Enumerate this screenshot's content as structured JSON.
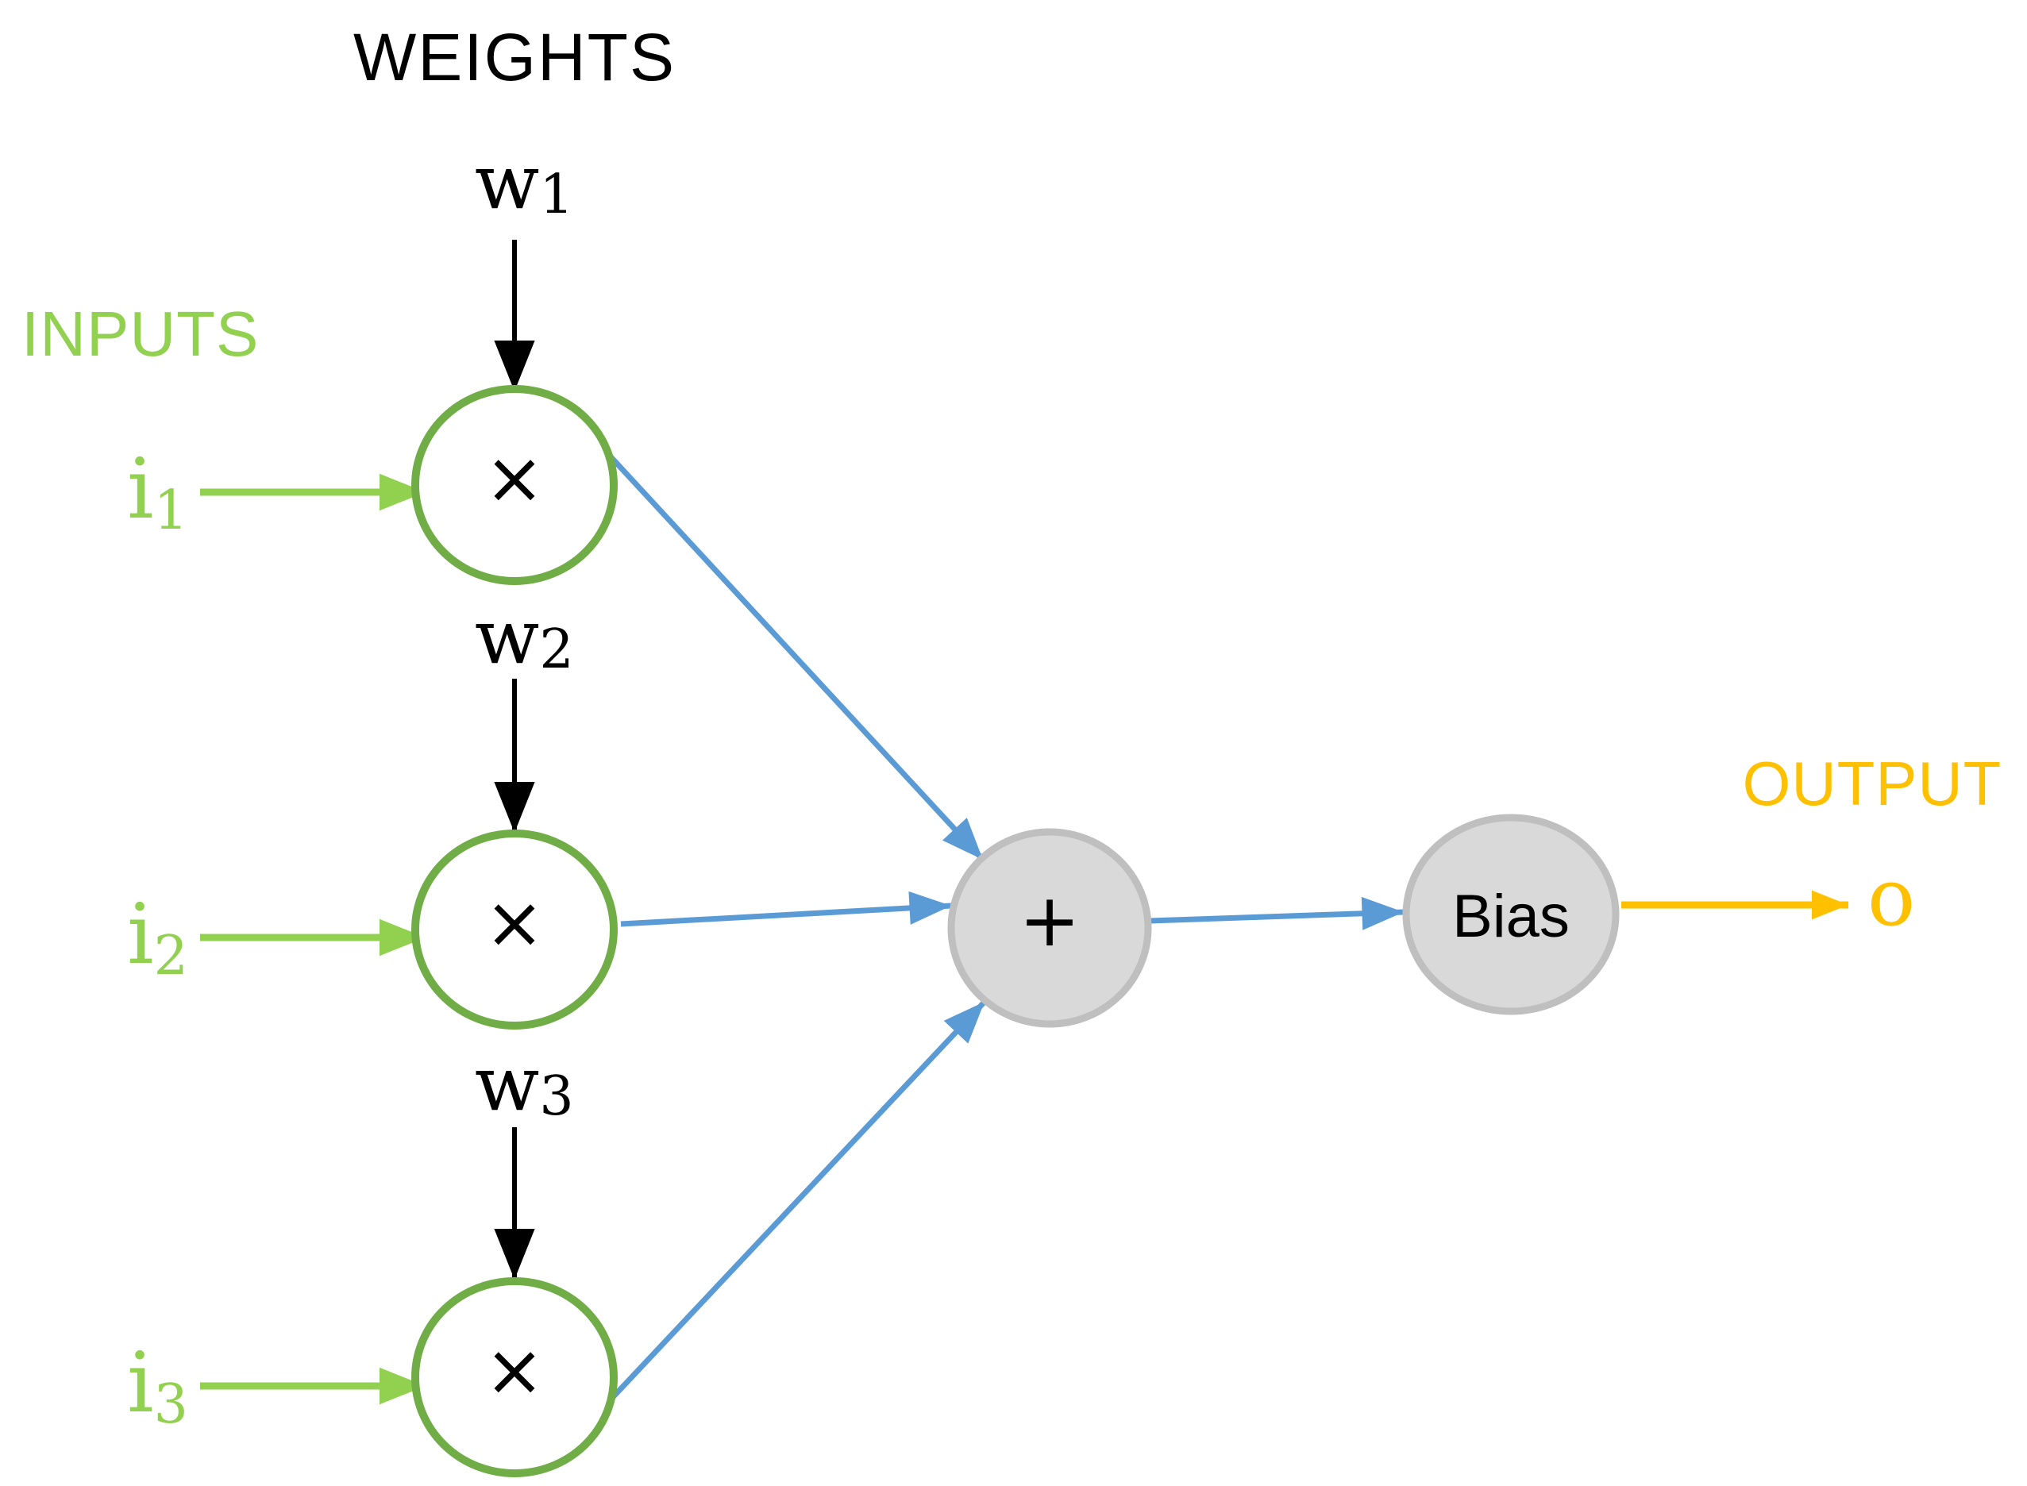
{
  "titles": {
    "weights": "WEIGHTS",
    "inputs": "INPUTS",
    "output": "OUTPUT"
  },
  "inputs": [
    {
      "base": "i",
      "sub": "1"
    },
    {
      "base": "i",
      "sub": "2"
    },
    {
      "base": "i",
      "sub": "3"
    }
  ],
  "weights": [
    {
      "base": "w",
      "sub": "1"
    },
    {
      "base": "w",
      "sub": "2"
    },
    {
      "base": "w",
      "sub": "3"
    }
  ],
  "nodes": {
    "multiply_symbol": "×",
    "sum_symbol": "+",
    "bias_label": "Bias"
  },
  "output_value": "o",
  "colors": {
    "input_green": "#92D050",
    "circle_green": "#70AD47",
    "connector_blue": "#5B9BD5",
    "node_gray_fill": "#D9D9D9",
    "node_gray_border": "#BFBFBF",
    "output_gold": "#FFC000",
    "weight_black": "#000000"
  }
}
